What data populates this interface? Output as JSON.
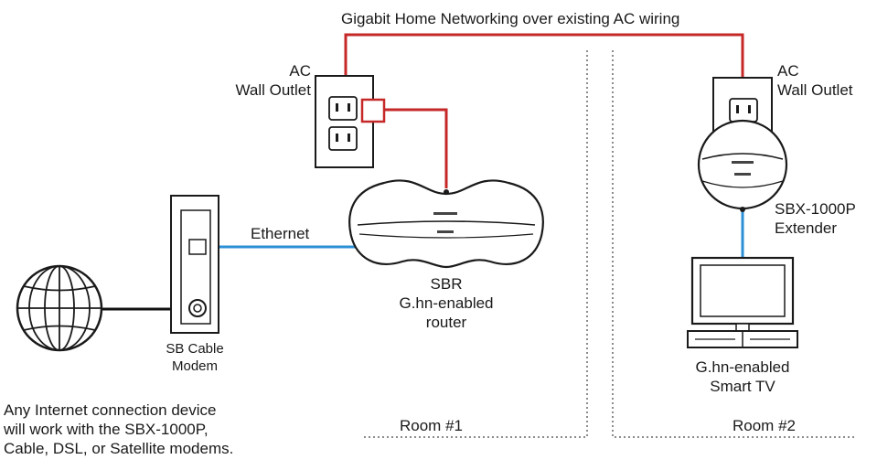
{
  "header": {
    "title": "Gigabit Home Networking over existing AC wiring"
  },
  "outlet_left": {
    "label_line1": "AC",
    "label_line2": "Wall Outlet"
  },
  "outlet_right": {
    "label_line1": "AC",
    "label_line2": "Wall Outlet"
  },
  "ethernet": {
    "label": "Ethernet"
  },
  "router": {
    "label_line1": "SBR",
    "label_line2": "G.hn-enabled",
    "label_line3": "router"
  },
  "modem": {
    "label_line1": "SB Cable",
    "label_line2": "Modem"
  },
  "extender": {
    "label_line1": "SBX-1000P",
    "label_line2": "Extender"
  },
  "tv": {
    "label_line1": "G.hn-enabled",
    "label_line2": "Smart TV"
  },
  "note": {
    "line1": "Any Internet connection device",
    "line2": "will work with the SBX-1000P,",
    "line3": "Cable, DSL, or Satellite modems."
  },
  "rooms": {
    "room1": "Room #1",
    "room2": "Room #2"
  },
  "colors": {
    "ac_wire": "#c62828",
    "ethernet_wire": "#2b8fd6",
    "outline": "#1a1a1a"
  }
}
